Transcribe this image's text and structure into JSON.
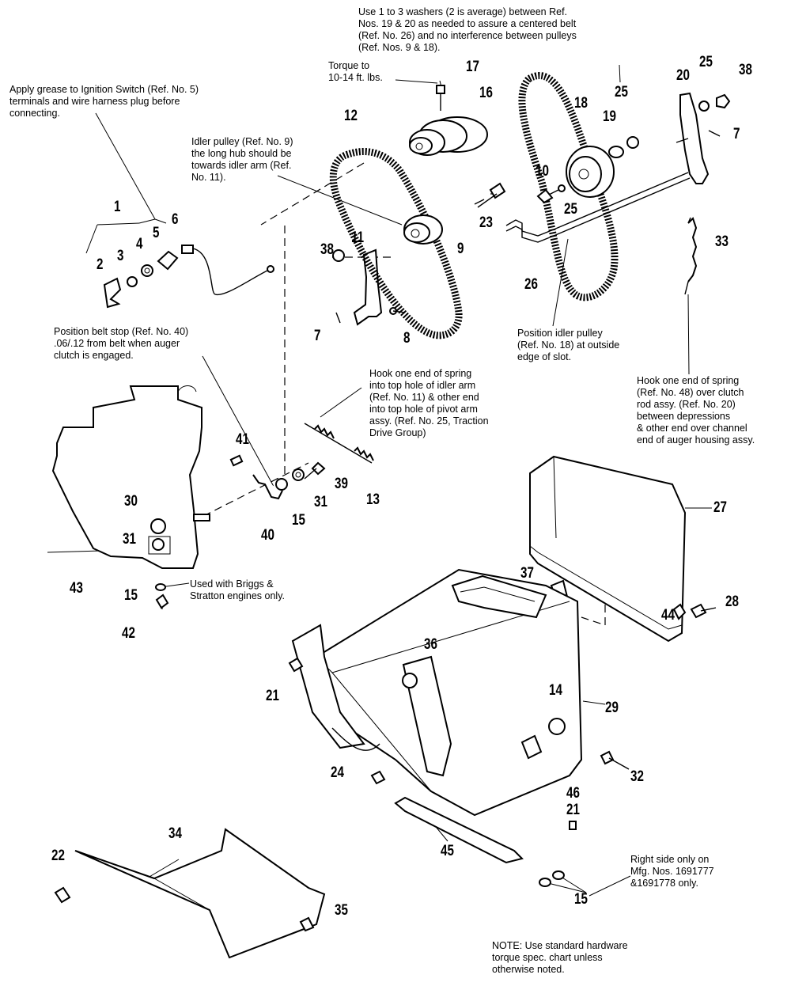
{
  "notes": {
    "washers": "Use 1 to 3 washers (2 is average) between Ref.\nNos. 19 & 20 as needed to assure a centered belt\n(Ref. No. 26) and no interference between pulleys\n(Ref. Nos. 9 & 18).",
    "torque": "Torque to\n10-14 ft. lbs.",
    "grease": "Apply grease to Ignition Switch (Ref. No. 5)\nterminals and wire harness plug before\nconnecting.",
    "idler_hub": "Idler pulley (Ref. No. 9)\nthe long hub should be\ntowards idler arm (Ref.\nNo. 11).",
    "belt_stop": "Position belt stop (Ref. No. 40)\n.06/.12 from belt when auger\nclutch is engaged.",
    "spring_13": "Hook one end of spring\ninto top hole of idler arm\n(Ref. No. 11) & other end\ninto top hole of pivot arm\nassy. (Ref. No. 25, Traction\nDrive Group)",
    "idler_18": "Position idler pulley\n(Ref. No. 18) at outside\nedge of slot.",
    "spring_33": "Hook one end of spring\n(Ref. No. 48) over clutch\nrod assy. (Ref. No. 20)\nbetween depressions\n& other end over channel\nend of auger housing assy.",
    "briggs": "Used with Briggs &\nStratton engines only.",
    "right_side": "Right side only on\nMfg. Nos. 1691777\n&1691778 only.",
    "hardware": "NOTE: Use standard hardware\ntorque spec. chart unless\notherwise noted."
  },
  "ref_numbers": {
    "n1": "1",
    "n2": "2",
    "n3": "3",
    "n4": "4",
    "n5": "5",
    "n6": "6",
    "n7a": "7",
    "n7b": "7",
    "n8": "8",
    "n9": "9",
    "n10": "10",
    "n11": "11",
    "n12": "12",
    "n13": "13",
    "n14": "14",
    "n15a": "15",
    "n15b": "15",
    "n15c": "15",
    "n16": "16",
    "n17": "17",
    "n18": "18",
    "n19": "19",
    "n20": "20",
    "n21a": "21",
    "n21b": "21",
    "n22": "22",
    "n23": "23",
    "n24": "24",
    "n25a": "25",
    "n25b": "25",
    "n25c": "25",
    "n26": "26",
    "n27": "27",
    "n28": "28",
    "n29": "29",
    "n30": "30",
    "n31a": "31",
    "n31b": "31",
    "n32": "32",
    "n33": "33",
    "n34": "34",
    "n35": "35",
    "n36": "36",
    "n37": "37",
    "n38a": "38",
    "n38b": "38",
    "n39": "39",
    "n40": "40",
    "n41": "41",
    "n42": "42",
    "n43": "43",
    "n44": "44",
    "n45": "45",
    "n46": "46"
  }
}
